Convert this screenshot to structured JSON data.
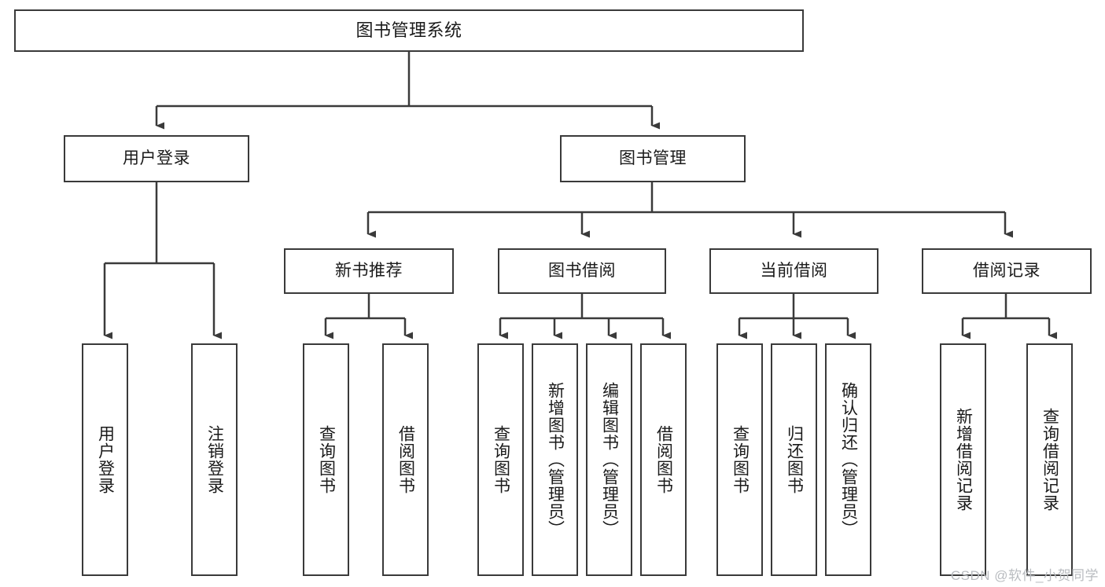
{
  "diagram": {
    "type": "tree-hierarchy",
    "title": "图书管理系统",
    "orientation": "top-down",
    "line_color": "#3a3a3a",
    "box_fill": "#ffffff",
    "text_color": "#1a1a1a"
  },
  "watermark": {
    "text": "CSDN @软件_小贺同学",
    "color": "#b9bcc0"
  },
  "nodes": {
    "root": {
      "label": "图书管理系统"
    },
    "level2": [
      {
        "id": "user-login",
        "label": "用户登录"
      },
      {
        "id": "book-manage",
        "label": "图书管理"
      }
    ],
    "level3": [
      {
        "id": "new-book-recommend",
        "label": "新书推荐"
      },
      {
        "id": "book-borrow",
        "label": "图书借阅"
      },
      {
        "id": "current-borrow",
        "label": "当前借阅"
      },
      {
        "id": "borrow-record",
        "label": "借阅记录"
      }
    ],
    "leaves": {
      "user_login": [
        {
          "id": "leaf-user-login",
          "label": "用户登录"
        },
        {
          "id": "leaf-logout-login",
          "label": "注销登录"
        }
      ],
      "new_book_recommend": [
        {
          "id": "leaf-query-book-1",
          "label": "查询图书"
        },
        {
          "id": "leaf-borrow-book-1",
          "label": "借阅图书"
        }
      ],
      "book_borrow": [
        {
          "id": "leaf-query-book-2",
          "label": "查询图书"
        },
        {
          "id": "leaf-add-book",
          "label": "新增图书（管理员）"
        },
        {
          "id": "leaf-edit-book",
          "label": "编辑图书（管理员）"
        },
        {
          "id": "leaf-borrow-book-2",
          "label": "借阅图书"
        }
      ],
      "current_borrow": [
        {
          "id": "leaf-query-book-3",
          "label": "查询图书"
        },
        {
          "id": "leaf-return-book",
          "label": "归还图书"
        },
        {
          "id": "leaf-confirm-return",
          "label": "确认归还（管理员）"
        }
      ],
      "borrow_record": [
        {
          "id": "leaf-add-record",
          "label": "新增借阅记录"
        },
        {
          "id": "leaf-query-record",
          "label": "查询借阅记录"
        }
      ]
    }
  }
}
